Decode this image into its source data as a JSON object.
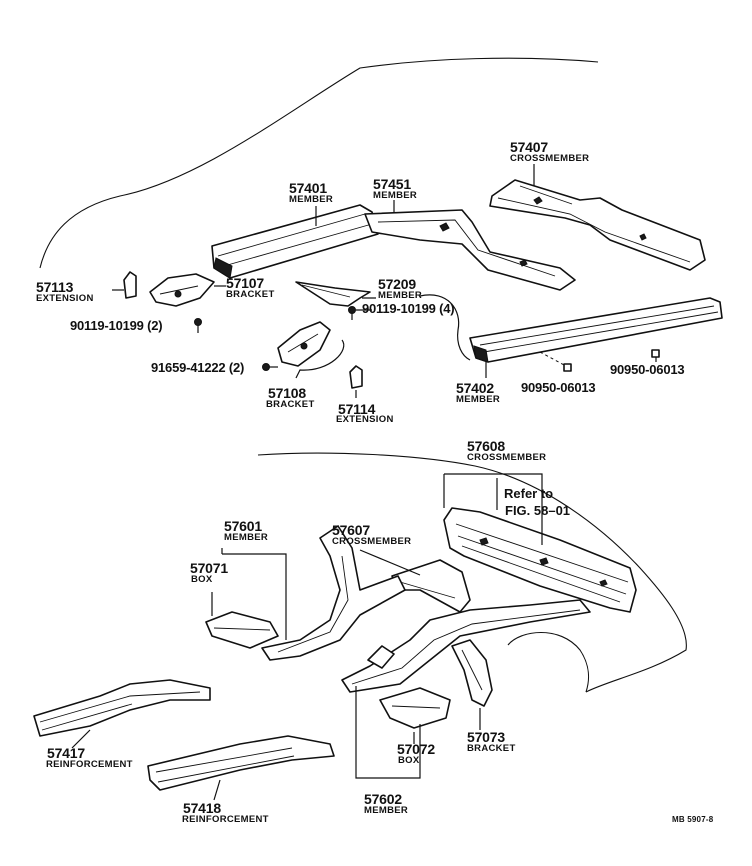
{
  "labels": {
    "p57113": {
      "num": "57113",
      "name": "EXTENSION"
    },
    "p57107": {
      "num": "57107",
      "name": "BRACKET"
    },
    "p57401": {
      "num": "57401",
      "name": "MEMBER"
    },
    "p57451": {
      "num": "57451",
      "name": "MEMBER"
    },
    "p57407": {
      "num": "57407",
      "name": "CROSSMEMBER"
    },
    "p57209": {
      "num": "57209",
      "name": "MEMBER"
    },
    "p57108": {
      "num": "57108",
      "name": "BRACKET"
    },
    "p57114": {
      "num": "57114",
      "name": "EXTENSION"
    },
    "p57402": {
      "num": "57402",
      "name": "MEMBER"
    },
    "p57608": {
      "num": "57608",
      "name": "CROSSMEMBER"
    },
    "p57601": {
      "num": "57601",
      "name": "MEMBER"
    },
    "p57071": {
      "num": "57071",
      "name": "BOX"
    },
    "p57607": {
      "num": "57607",
      "name": "CROSSMEMBER"
    },
    "p57417": {
      "num": "57417",
      "name": "REINFORCEMENT"
    },
    "p57418": {
      "num": "57418",
      "name": "REINFORCEMENT"
    },
    "p57072": {
      "num": "57072",
      "name": "BOX"
    },
    "p57073": {
      "num": "57073",
      "name": "BRACKET"
    },
    "p57602": {
      "num": "57602",
      "name": "MEMBER"
    }
  },
  "fasteners": {
    "bolt_90119_a": "90119-10199 (2)",
    "bolt_90119_b": "90119-10199 (4)",
    "bolt_91659": "91659-41222 (2)",
    "plug_90950_a": "90950-06013",
    "plug_90950_b": "90950-06013"
  },
  "reference": {
    "line1": "Refer to",
    "line2": "FIG. 58–01"
  },
  "drawing_code": "MB 5907-8"
}
